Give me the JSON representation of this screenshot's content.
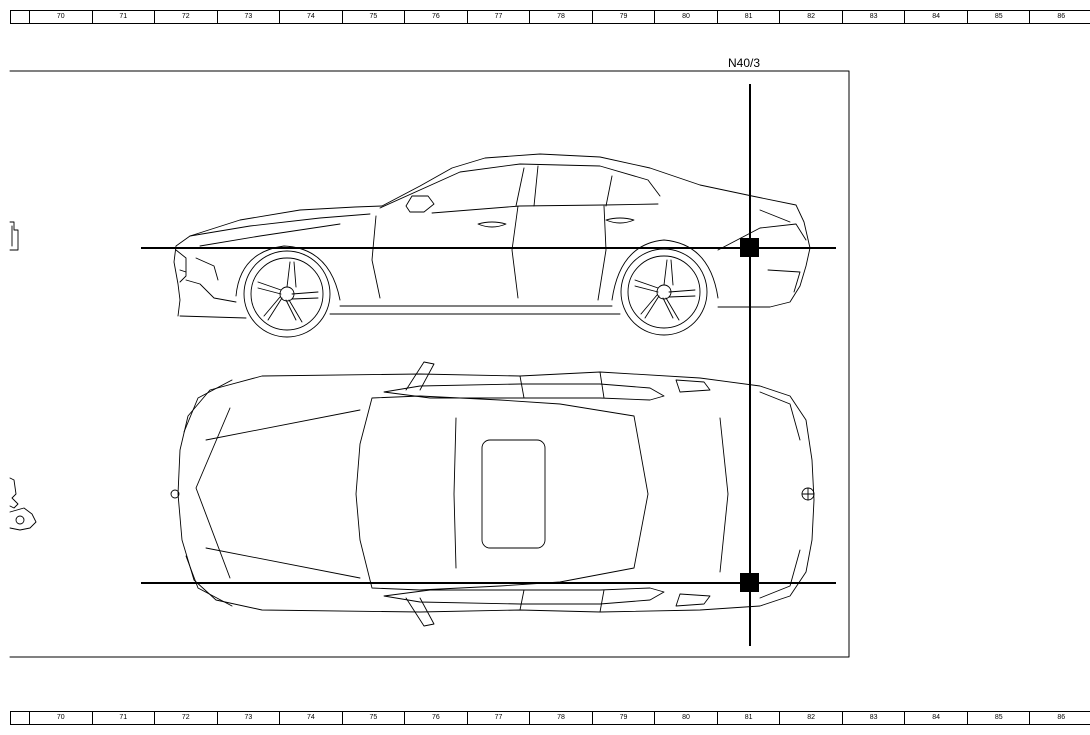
{
  "ruler": {
    "columns": [
      "70",
      "71",
      "72",
      "73",
      "74",
      "75",
      "76",
      "77",
      "78",
      "79",
      "80",
      "81",
      "82",
      "83",
      "84",
      "85",
      "86"
    ]
  },
  "diagram": {
    "component_label": "N40/3",
    "stroke_color": "#000000",
    "background": "#ffffff"
  }
}
